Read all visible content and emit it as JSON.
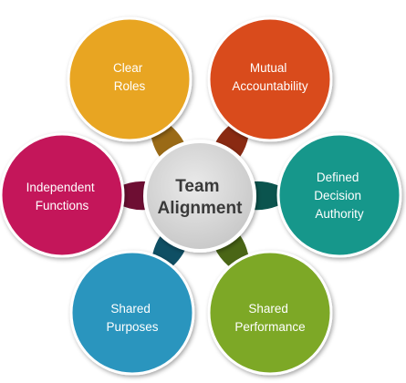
{
  "center": {
    "line1": "Team",
    "line2": "Alignment"
  },
  "nodes": [
    {
      "id": "clear-roles",
      "lines": [
        "Clear",
        "Roles"
      ],
      "color": "#E8A523"
    },
    {
      "id": "mutual-accountability",
      "lines": [
        "Mutual",
        "Accountability"
      ],
      "color": "#D94B1E"
    },
    {
      "id": "defined-decision-authority",
      "lines": [
        "Defined",
        "Decision",
        "Authority"
      ],
      "color": "#12978B"
    },
    {
      "id": "shared-performance",
      "lines": [
        "Shared",
        "Performance"
      ],
      "color": "#7DA826"
    },
    {
      "id": "shared-purposes",
      "lines": [
        "Shared",
        "Purposes"
      ],
      "color": "#2A95BE"
    },
    {
      "id": "independent-functions",
      "lines": [
        "Independent",
        "Functions"
      ],
      "color": "#C4185A"
    }
  ],
  "petal_colors": {
    "clear-roles": "#9A6A16",
    "mutual-accountability": "#8A2A12",
    "defined-decision-authority": "#0B544E",
    "shared-performance": "#4A6616",
    "shared-purposes": "#0F4F64",
    "independent-functions": "#6E0E33"
  },
  "center_colors": {
    "fill": "#D6D6D6",
    "ring": "#FFFFFF"
  }
}
